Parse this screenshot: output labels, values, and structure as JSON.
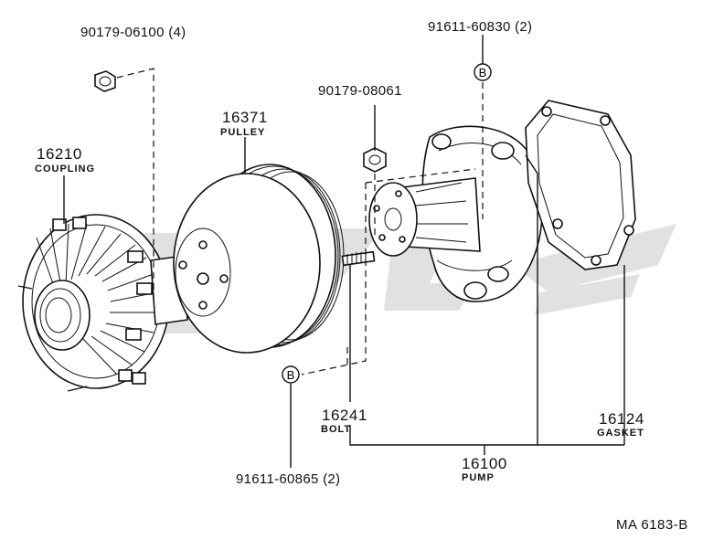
{
  "parts": {
    "nut_fan": {
      "part_no": "90179-06100",
      "qty": "(4)"
    },
    "coupling": {
      "number": "16210",
      "name": "COUPLING"
    },
    "pulley": {
      "number": "16371",
      "name": "PULLEY"
    },
    "nut_pump": {
      "part_no": "90179-08061"
    },
    "stud_top": {
      "part_no": "91611-60830",
      "qty": "(2)"
    },
    "bolt": {
      "number": "16241",
      "name": "BOLT"
    },
    "gasket": {
      "number": "16124",
      "name": "GASKET"
    },
    "pump": {
      "number": "16100",
      "name": "PUMP"
    },
    "stud_bottom": {
      "part_no": "91611-60865",
      "qty": "(2)"
    }
  },
  "markers": {
    "b_top": "B",
    "b_bottom": "B"
  },
  "reference_code": "MA 6183-B",
  "colors": {
    "ink": "#111111",
    "background": "#ffffff",
    "watermark": "#d9d9d9"
  }
}
